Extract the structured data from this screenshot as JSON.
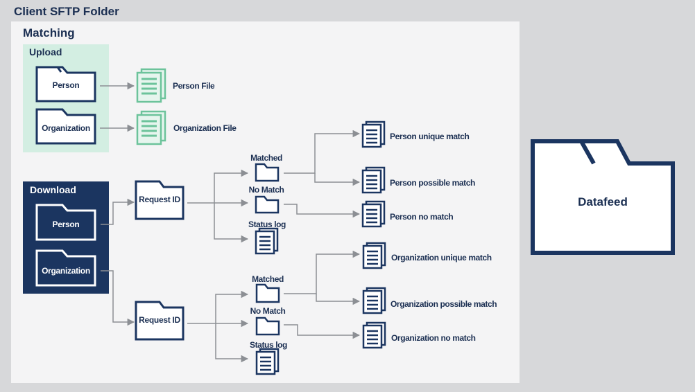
{
  "title": "Client SFTP Folder",
  "matching": {
    "title": "Matching",
    "upload": {
      "label": "Upload",
      "person_folder": "Person",
      "organization_folder": "Organization",
      "person_file": "Person File",
      "organization_file": "Organization File"
    },
    "download": {
      "label": "Download",
      "person_folder": "Person",
      "organization_folder": "Organization"
    },
    "person_flow": {
      "request_id": "Request ID",
      "matched": "Matched",
      "no_match": "No Match",
      "status_log": "Status log",
      "unique_match": "Person unique match",
      "possible_match": "Person possible match",
      "no_match_file": "Person no match"
    },
    "organization_flow": {
      "request_id": "Request ID",
      "matched": "Matched",
      "no_match": "No Match",
      "status_log": "Status log",
      "unique_match": "Organization unique match",
      "possible_match": "Organization possible match",
      "no_match_file": "Organization no match"
    }
  },
  "datafeed": "Datafeed",
  "colors": {
    "navy": "#1b3560",
    "green": "#6cc39b",
    "light_green": "#d3eee2",
    "panel": "#f4f4f5",
    "background": "#d7d8da",
    "connector": "#8c8f94"
  }
}
